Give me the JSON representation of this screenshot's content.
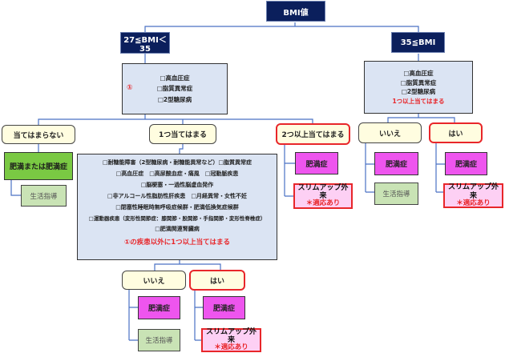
{
  "root": {
    "label": "BMI値"
  },
  "branch_left": {
    "label": "27≦BMI＜35",
    "criteria": {
      "marker": "①",
      "items": [
        "□高血圧症",
        "□脂質異常症",
        "□2型糖尿病"
      ]
    },
    "outcomes": {
      "none": {
        "label": "当てはまらない",
        "result": "肥満または肥満症",
        "action": "生活指導"
      },
      "one": {
        "label": "1つ当てはまる",
        "conditions": [
          "□耐糖能障害（2型糖尿病・耐糖能異常など）□脂質異常症",
          "□高血圧症　□高尿酸血症・痛風　□冠動脈疾患",
          "□脳梗塞・一過性脳虚血発作",
          "□非アルコール性脂肪性肝疾患　□月経異常・女性不妊",
          "□閉塞性睡眠時無呼吸症候群・肥満低換気症候群",
          "□運動器疾患（変形性関節症：膝関節・股関節・手指関節・変形性脊椎症）",
          "□肥満関連腎臓病"
        ],
        "condition_note": "①の疾患以外に1つ以上当てはまる",
        "no": {
          "label": "いいえ",
          "result": "肥満症",
          "action": "生活指導"
        },
        "yes": {
          "label": "はい",
          "result": "肥満症",
          "action": "スリムアップ外来",
          "action_note": "＊適応あり"
        }
      },
      "two_plus": {
        "label": "2つ以上当てはまる",
        "result": "肥満症",
        "action": "スリムアップ外来",
        "action_note": "＊適応あり"
      }
    }
  },
  "branch_right": {
    "label": "35≦BMI",
    "criteria": {
      "items": [
        "□高血圧症",
        "□脂質異常症",
        "□2型糖尿病"
      ],
      "note": "1つ以上当てはまる"
    },
    "no": {
      "label": "いいえ",
      "result": "肥満症",
      "action": "生活指導"
    },
    "yes": {
      "label": "はい",
      "result": "肥満症",
      "action": "スリムアップ外来",
      "action_note": "＊適応あり"
    }
  },
  "colors": {
    "navy": "#0b1f5c",
    "criteria_bg": "#dbe4f3",
    "decision_bg": "#fffde0",
    "highlight_red": "#e8262a",
    "obesity_green": "#7ac943",
    "guidance_green": "#c9e3b5",
    "obesity_disease_magenta": "#ee55ee",
    "slimup_pink": "#fdd0f4",
    "connector_blue": "#4a72c4"
  }
}
